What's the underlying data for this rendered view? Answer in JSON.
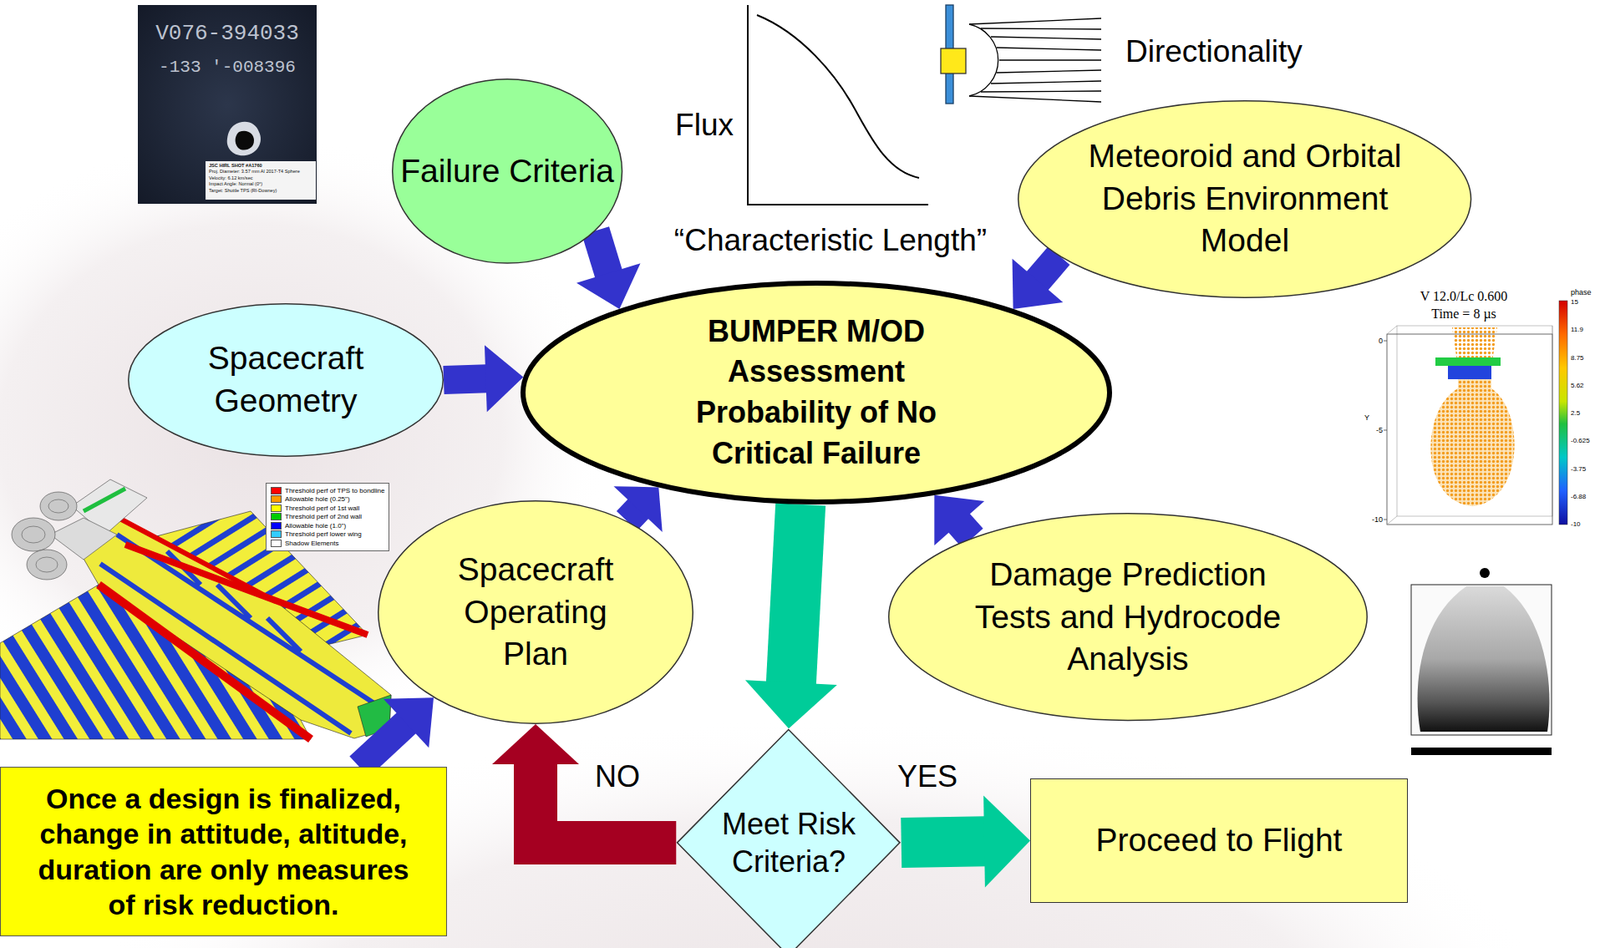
{
  "diagram": {
    "nodes": [
      {
        "text": [
          "Failure Criteria"
        ]
      },
      {
        "text": [
          "Meteoroid and Orbital Debris Environment Model"
        ]
      },
      {
        "text": [
          "Spacecraft Geometry"
        ]
      },
      {
        "text": [
          "BUMPER M/OD Assessment Probability of No Critical Failure"
        ]
      },
      {
        "text": [
          "Spacecraft Operating Plan"
        ]
      },
      {
        "text": [
          "Damage Prediction Tests and Hydrocode Analysis"
        ]
      },
      {
        "text": [
          "Meet Risk Criteria?"
        ]
      },
      {
        "text": [
          "Proceed to Flight"
        ]
      },
      {
        "text": [
          "Once a design is finalized, change in attitude, altitude, duration are only measures of risk reduction."
        ]
      }
    ],
    "edges": [
      {
        "from": 0,
        "to": 3,
        "arrow": "to"
      },
      {
        "from": 1,
        "to": 3,
        "arrow": "to"
      },
      {
        "from": 2,
        "to": 3,
        "arrow": "to"
      },
      {
        "from": 4,
        "to": 3,
        "arrow": "to"
      },
      {
        "from": 5,
        "to": 3,
        "arrow": "to"
      },
      {
        "from": 3,
        "to": 6,
        "arrow": "to"
      },
      {
        "from": 6,
        "to": 7,
        "label": "YES",
        "arrow": "to"
      },
      {
        "from": 6,
        "to": 4,
        "label": "NO",
        "arrow": "to"
      },
      {
        "from": 8,
        "to": 4,
        "arrow": "to"
      }
    ],
    "labels": [
      "V076-394033",
      "-133 '-008396",
      "JSC HIRL SHOT #A1760",
      "Proj. Diameter: 3.57 mm Al 2017-T4 Sphere",
      "Velocity: 6.12 km/sec",
      "Impact Angle: Normal (0°)",
      "Target: Shuttle TPS (RI-Downey)",
      "Flux",
      "“Characteristic Length”",
      "Directionality",
      "V 12.0/Lc 0.600",
      "Time = 8 µs",
      "phase",
      "15",
      "11.9",
      "8.75",
      "5.62",
      "2.5",
      "-0.625",
      "-3.75",
      "-6.88",
      "-10",
      "0",
      "-5",
      "-10",
      "Y"
    ],
    "legend": [
      {
        "text": "Threshold perf of TPS to bondline",
        "color": "#ff0000"
      },
      {
        "text": "Allowable hole (0.25\")",
        "color": "#ff9900"
      },
      {
        "text": "Threshold perf of 1st wall",
        "color": "#ffff00"
      },
      {
        "text": "Threshold perf of 2nd wall",
        "color": "#00cc00"
      },
      {
        "text": "Allowable hole (1.0\")",
        "color": "#0000ff"
      },
      {
        "text": "Threshold perf lower wing",
        "color": "#33ccff"
      },
      {
        "text": "Shadow Elements",
        "color": "#ffffff"
      }
    ]
  }
}
